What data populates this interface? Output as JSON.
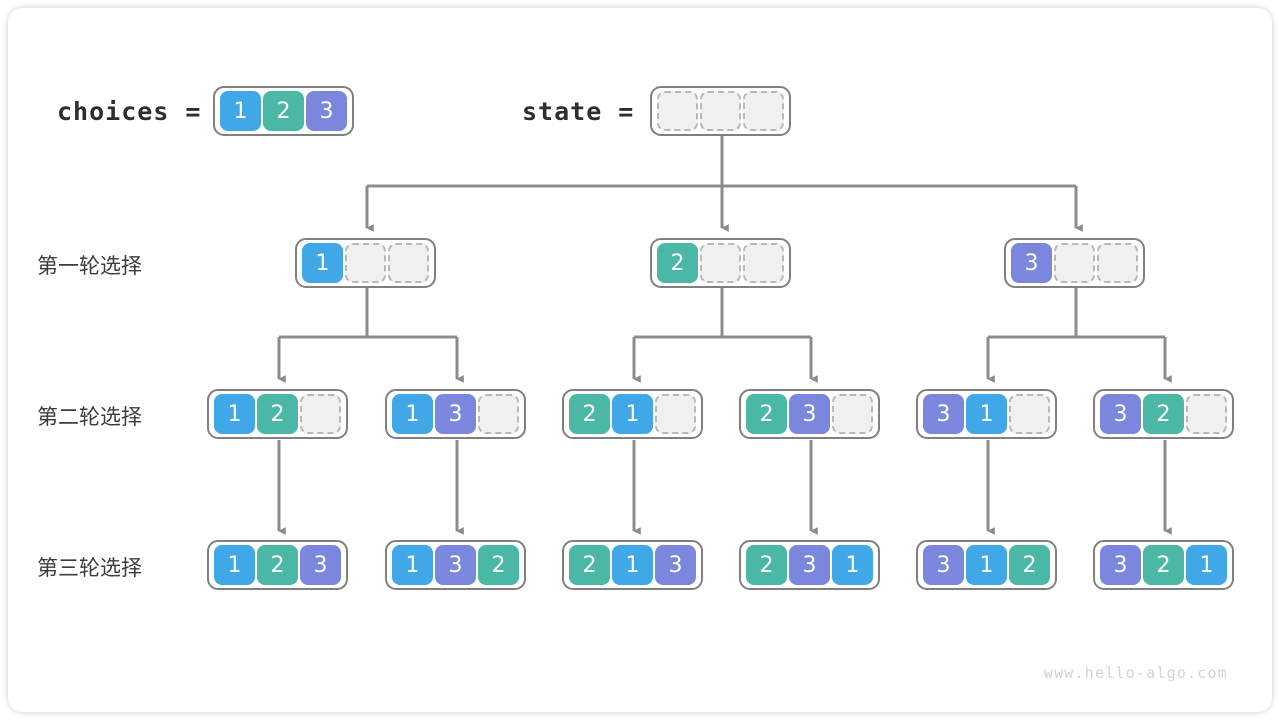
{
  "meta": {
    "watermark": "www.hello-algo.com",
    "colors": {
      "value_1": "#41a8e8",
      "value_2": "#4bb8a5",
      "value_3": "#7b87dd",
      "empty_fill": "#f0f0f0",
      "empty_border": "#b8b8b8",
      "array_border": "#808080",
      "wire": "#8c8c8c",
      "background": "#ffffff"
    }
  },
  "header": {
    "choices_label": "choices  =",
    "choices_values": [
      "1",
      "2",
      "3"
    ],
    "state_label": "state  =",
    "state_values": [
      "",
      "",
      ""
    ]
  },
  "rows": [
    {
      "label": "第一轮选择",
      "nodes": [
        {
          "values": [
            "1",
            "",
            ""
          ]
        },
        {
          "values": [
            "2",
            "",
            ""
          ]
        },
        {
          "values": [
            "3",
            "",
            ""
          ]
        }
      ]
    },
    {
      "label": "第二轮选择",
      "nodes": [
        {
          "values": [
            "1",
            "2",
            ""
          ]
        },
        {
          "values": [
            "1",
            "3",
            ""
          ]
        },
        {
          "values": [
            "2",
            "1",
            ""
          ]
        },
        {
          "values": [
            "2",
            "3",
            ""
          ]
        },
        {
          "values": [
            "3",
            "1",
            ""
          ]
        },
        {
          "values": [
            "3",
            "2",
            ""
          ]
        }
      ]
    },
    {
      "label": "第三轮选择",
      "nodes": [
        {
          "values": [
            "1",
            "2",
            "3"
          ]
        },
        {
          "values": [
            "1",
            "3",
            "2"
          ]
        },
        {
          "values": [
            "2",
            "1",
            "3"
          ]
        },
        {
          "values": [
            "2",
            "3",
            "1"
          ]
        },
        {
          "values": [
            "3",
            "1",
            "2"
          ]
        },
        {
          "values": [
            "3",
            "2",
            "1"
          ]
        }
      ]
    }
  ]
}
